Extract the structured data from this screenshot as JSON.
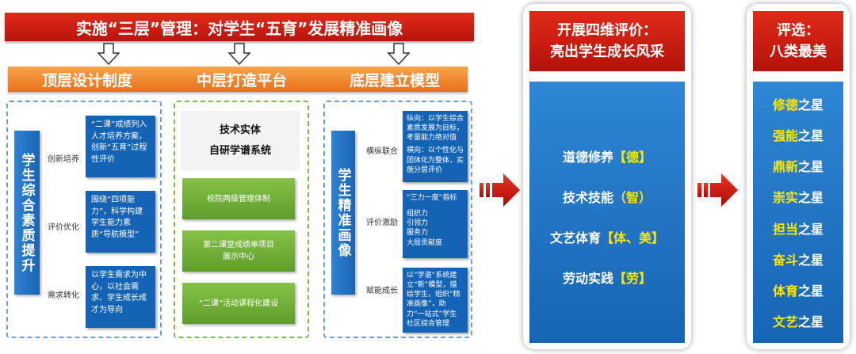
{
  "header": {
    "title": "实施“三层”管理：对学生“五育”发展精准画像"
  },
  "sections": [
    {
      "label": "顶层设计制度"
    },
    {
      "label": "中层打造平台"
    },
    {
      "label": "底层建立模型"
    }
  ],
  "top_level": {
    "vertical_title": "学生综合素质提升",
    "rows": [
      {
        "label": "创新培养",
        "text": "“二课”成绩列入人才培养方案，创新“五育”过程性评价"
      },
      {
        "label": "评价优化",
        "text": "围绕“四项能力”，科学构建学生能力素质“导航模型”"
      },
      {
        "label": "需求转化",
        "text": "以学生需求为中心，以社会需求、学生成长成才为导向"
      }
    ]
  },
  "middle_level": {
    "head_line1": "技术实体",
    "head_line2": "自研学谱系统",
    "items": [
      "校院两级管理体制",
      "第二课堂成绩单项目展示中心",
      "“二课”活动课程化建设"
    ]
  },
  "bottom_level": {
    "vertical_title": "学生精准画像",
    "rows": [
      {
        "label": "横纵联合",
        "text1": "纵向：以学生综合素质发展为目标，考量能力绝对值",
        "text2": "横向：以个性化与团体化为整体，实施分层评价"
      },
      {
        "label": "评价激励",
        "text1": "“三力一度”指标",
        "text2": "组织力\n引领力\n服务力\n大局贡献度"
      },
      {
        "label": "赋能成长",
        "text1": "以“学谱”系统建立“新”模型，描绘学生，组织“精准画像”，助力“一站式”学生社区综合管理"
      }
    ]
  },
  "evaluation": {
    "head_line1": "开展四维评价：",
    "head_line2": "亮出学生成长风采",
    "items": [
      {
        "main": "道德修养",
        "tag": "【德】"
      },
      {
        "main": "技术技能",
        "tag": "（智）"
      },
      {
        "main": "文艺体育",
        "tag": "【体、美】"
      },
      {
        "main": "劳动实践",
        "tag": "【劳】"
      }
    ]
  },
  "selection": {
    "head_line1": "评选：",
    "head_line2": "八类最美",
    "stars": [
      {
        "hl": "修德",
        "rest": "之星"
      },
      {
        "hl": "强能",
        "rest": "之星"
      },
      {
        "hl": "鼎新",
        "rest": "之星"
      },
      {
        "hl": "崇实",
        "rest": "之星"
      },
      {
        "hl": "担当",
        "rest": "之星"
      },
      {
        "hl": "奋斗",
        "rest": "之星"
      },
      {
        "hl": "体育",
        "rest": "之星"
      },
      {
        "hl": "文艺",
        "rest": "之星"
      }
    ]
  },
  "colors": {
    "red": "#c8190f",
    "orange": "#ee7d23",
    "blue": "#1765b5",
    "green": "#6fae36",
    "highlight": "#ffe600"
  }
}
